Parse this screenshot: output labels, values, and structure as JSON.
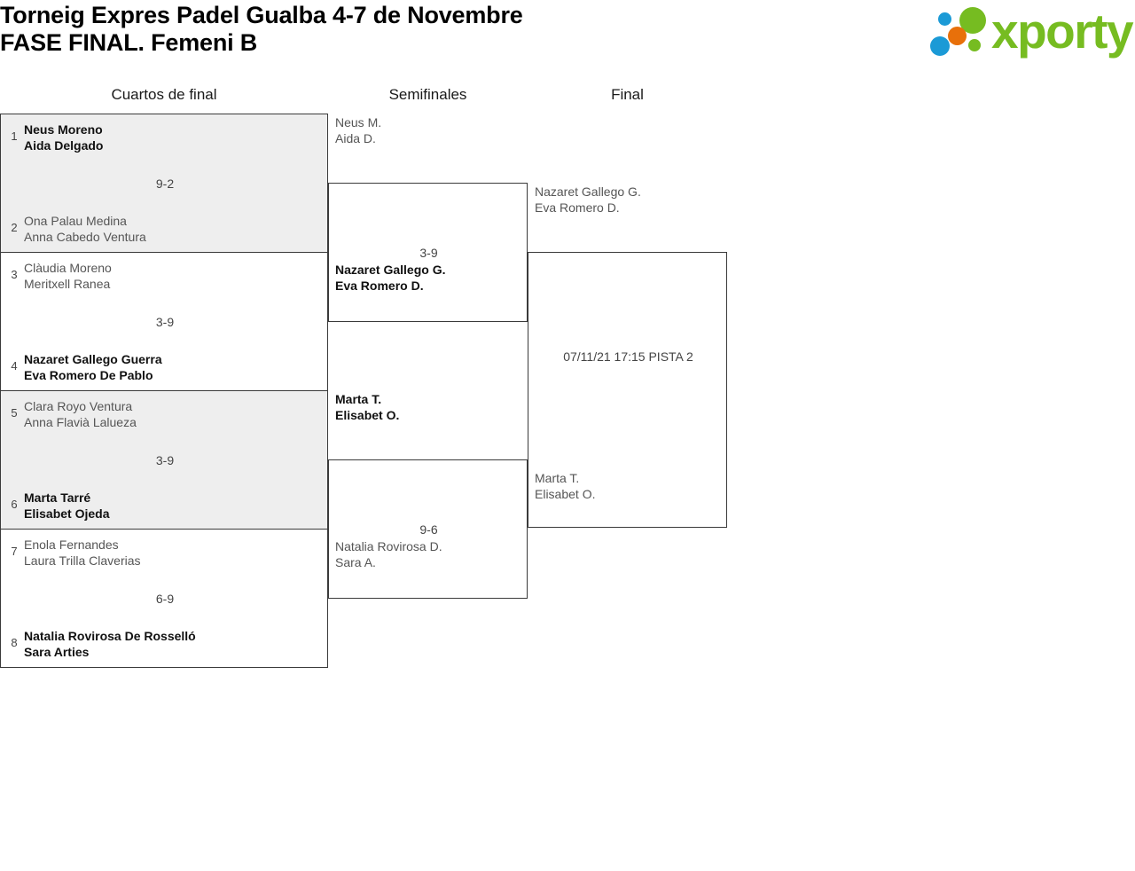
{
  "header": {
    "title_line1": "Torneig Expres Padel Gualba 4-7 de Novembre",
    "title_line2": "FASE FINAL. Femeni B",
    "logo_text": "xporty"
  },
  "columns": {
    "quarterfinals": "Cuartos de final",
    "semifinals": "Semifinales",
    "final": "Final"
  },
  "colors": {
    "logo_green": "#76bc21",
    "logo_blue": "#1b9ad6",
    "logo_orange": "#e8700a",
    "shade": "#eeeeee",
    "border": "#3a3a3a",
    "winner_text": "#111111",
    "loser_text": "#555555"
  },
  "bracket": {
    "quarterfinals": [
      {
        "shaded": true,
        "score": "9-2",
        "top": {
          "seed": "1",
          "line1": "Neus Moreno",
          "line2": "Aida Delgado",
          "result": "winner"
        },
        "bottom": {
          "seed": "2",
          "line1": "Ona Palau Medina",
          "line2": "Anna Cabedo Ventura",
          "result": "loser"
        }
      },
      {
        "shaded": false,
        "score": "3-9",
        "top": {
          "seed": "3",
          "line1": "Clàudia Moreno",
          "line2": "Meritxell Ranea",
          "result": "loser"
        },
        "bottom": {
          "seed": "4",
          "line1": "Nazaret Gallego Guerra",
          "line2": "Eva Romero De Pablo",
          "result": "winner"
        }
      },
      {
        "shaded": true,
        "score": "3-9",
        "top": {
          "seed": "5",
          "line1": "Clara Royo Ventura",
          "line2": "Anna Flavià Lalueza",
          "result": "loser"
        },
        "bottom": {
          "seed": "6",
          "line1": "Marta Tarré",
          "line2": "Elisabet Ojeda",
          "result": "winner"
        }
      },
      {
        "shaded": false,
        "score": "6-9",
        "top": {
          "seed": "7",
          "line1": "Enola Fernandes",
          "line2": "Laura Trilla Claverias",
          "result": "loser"
        },
        "bottom": {
          "seed": "8",
          "line1": "Natalia Rovirosa De Rosselló",
          "line2": "Sara Arties",
          "result": "winner"
        }
      }
    ],
    "semifinals": [
      {
        "score": "3-9",
        "top": {
          "line1": "Neus M.",
          "line2": "Aida D.",
          "result": "loser"
        },
        "bottom": {
          "line1": "Nazaret Gallego G.",
          "line2": "Eva Romero D.",
          "result": "winner"
        }
      },
      {
        "score": "9-6",
        "top": {
          "line1": "Marta T.",
          "line2": "Elisabet O.",
          "result": "winner"
        },
        "bottom": {
          "line1": "Natalia Rovirosa D.",
          "line2": "Sara A.",
          "result": "loser"
        }
      }
    ],
    "final": [
      {
        "score": "07/11/21 17:15 PISTA 2",
        "top": {
          "line1": "Nazaret Gallego G.",
          "line2": "Eva Romero D.",
          "result": "loser"
        },
        "bottom": {
          "line1": "Marta T.",
          "line2": "Elisabet O.",
          "result": "loser"
        }
      }
    ]
  }
}
